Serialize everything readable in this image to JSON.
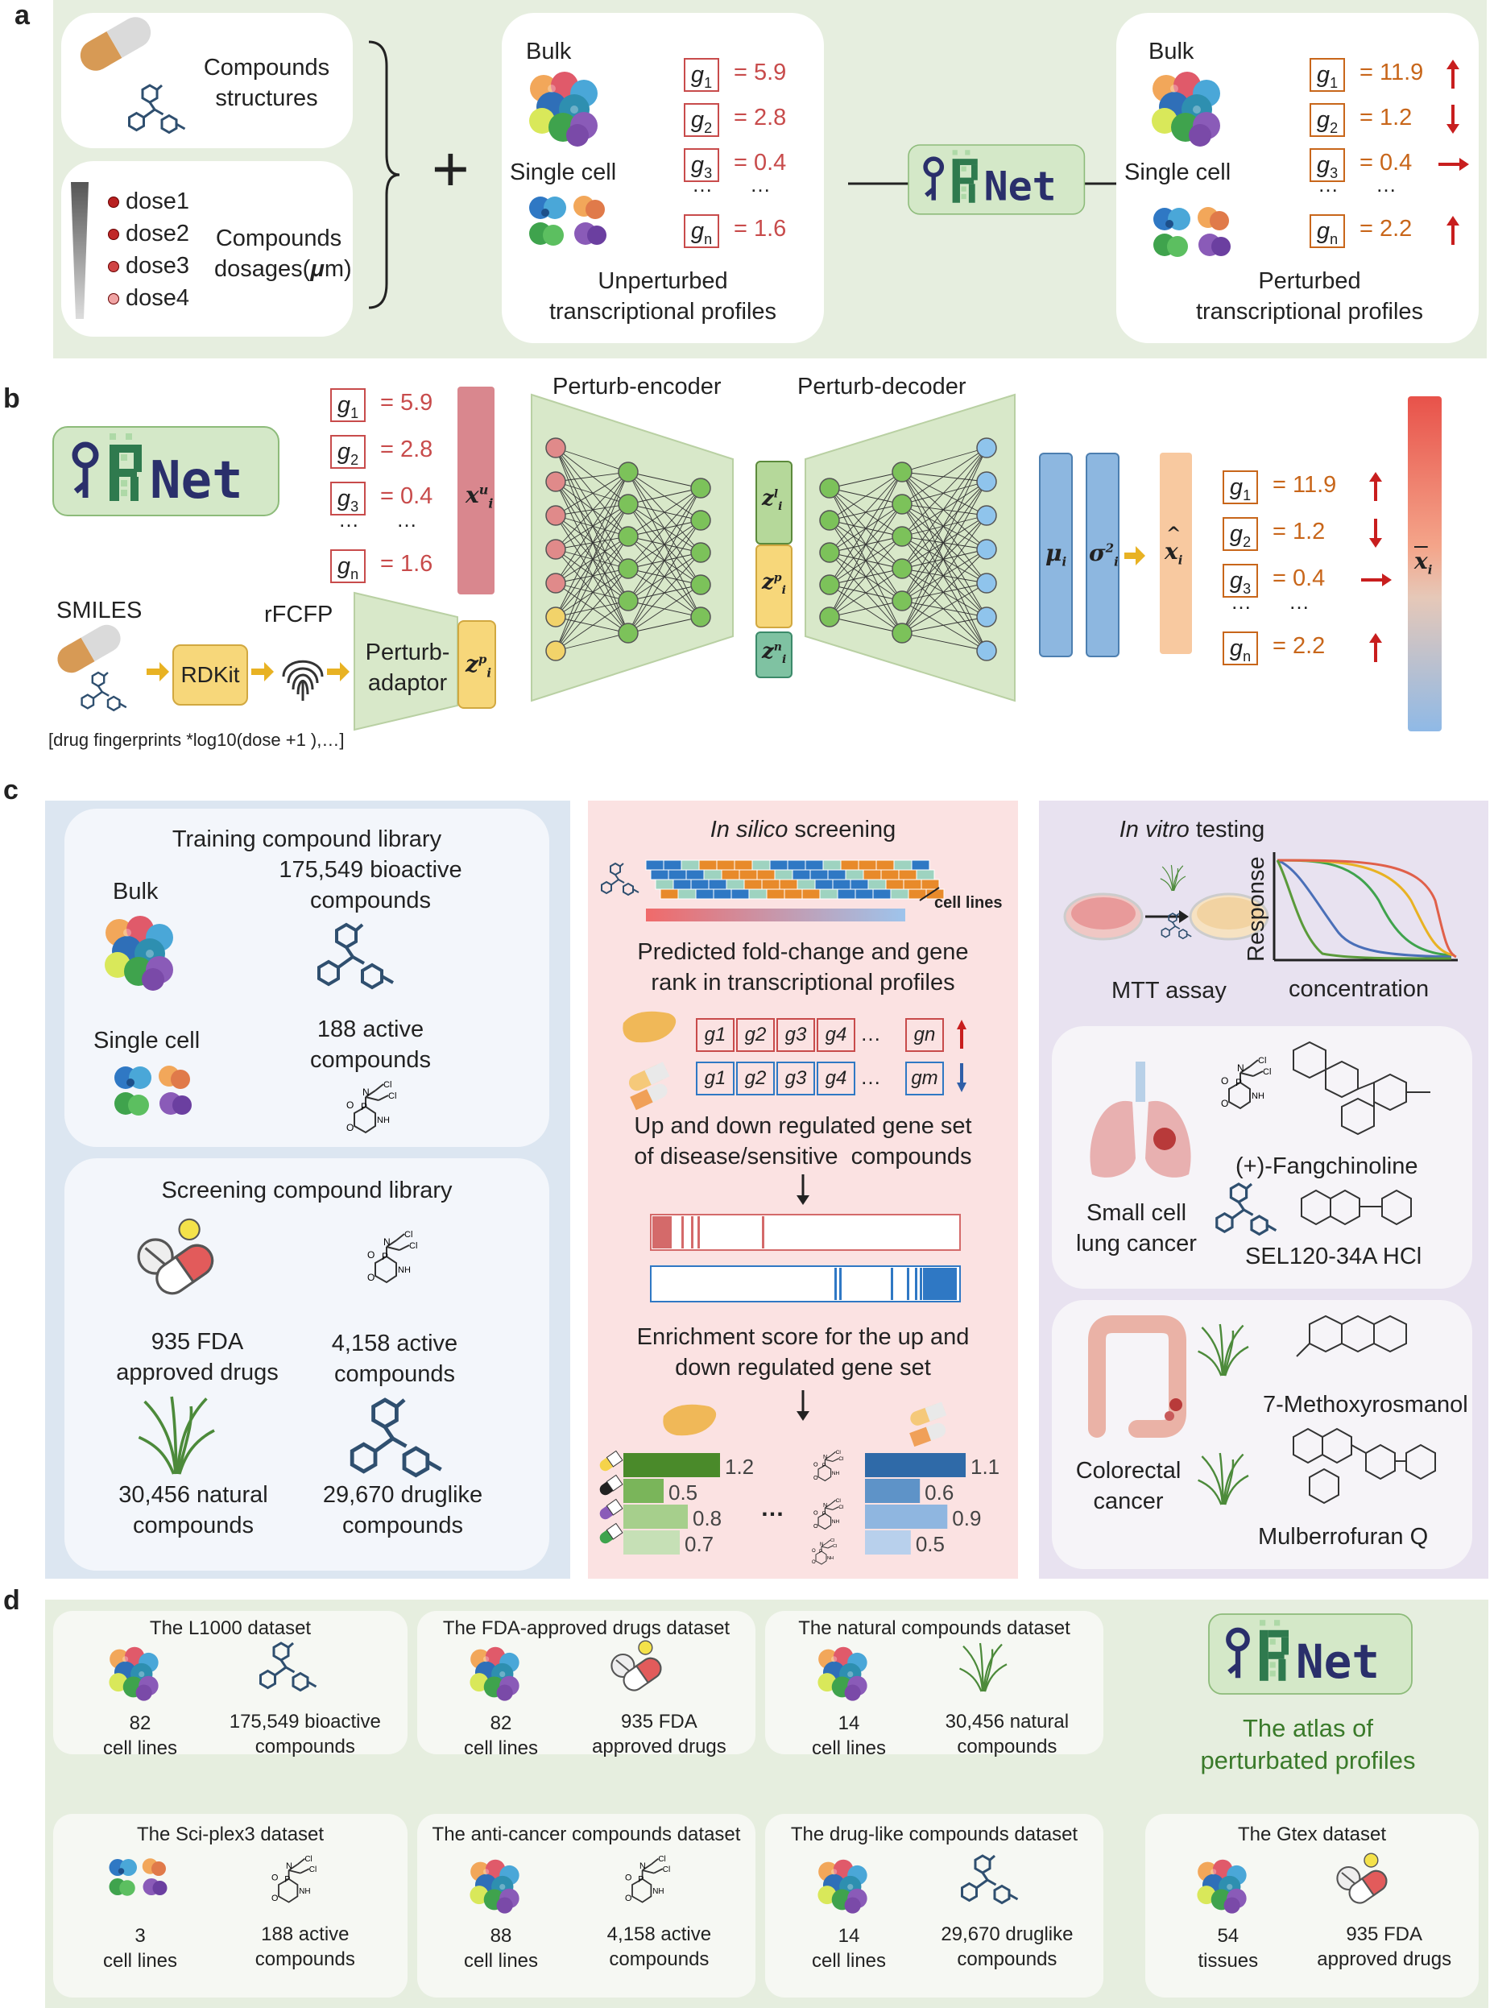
{
  "panel_labels": {
    "a": "a",
    "b": "b",
    "c": "c",
    "d": "d"
  },
  "colors": {
    "green_bg": "#e6eedf",
    "blue_bg": "#dce6f1",
    "pink_bg": "#fbe2e2",
    "purple_bg": "#e8e2f0",
    "red": "#c84b4b",
    "orange": "#c8661a",
    "brand_green": "#2b6b46",
    "brand_navy": "#2a2f6b"
  },
  "logo": {
    "text": "PRnet",
    "caption_line1": "The atlas of",
    "caption_line2": "perturbated profiles"
  },
  "panel_a": {
    "structures": "Compounds\nstructures",
    "doses": [
      "dose1",
      "dose2",
      "dose3",
      "dose4"
    ],
    "dosages": "Compounds\ndosages(",
    "dosages_mu": "μ",
    "dosages_tail": "m)",
    "bulk": "Bulk",
    "single_cell": "Single cell",
    "unperturbed_genes": [
      {
        "g": "g",
        "sub": "1",
        "val": "= 5.9"
      },
      {
        "g": "g",
        "sub": "2",
        "val": "= 2.8"
      },
      {
        "g": "g",
        "sub": "3",
        "val": "= 0.4"
      },
      {
        "g": "g",
        "sub": "n",
        "val": "= 1.6"
      }
    ],
    "dots": "…",
    "unperturbed_caption": "Unperturbed\ntranscriptional profiles",
    "perturbed_genes": [
      {
        "g": "g",
        "sub": "1",
        "val": "= 11.9",
        "arrow": "up"
      },
      {
        "g": "g",
        "sub": "2",
        "val": "= 1.2",
        "arrow": "down"
      },
      {
        "g": "g",
        "sub": "3",
        "val": "= 0.4",
        "arrow": "right"
      },
      {
        "g": "g",
        "sub": "n",
        "val": "= 2.2",
        "arrow": "up"
      }
    ],
    "perturbed_caption": "Perturbed\ntranscriptional profiles"
  },
  "panel_b": {
    "x_u": "x",
    "encoder": "Perturb-encoder",
    "decoder": "Perturb-decoder",
    "smiles": "SMILES",
    "rdkit": "RDKit",
    "rfcfp": "rFCFP",
    "adaptor": "Perturb-\nadaptor",
    "formula": "[drug fingerprints *log10(dose +1 ),…]",
    "z_labels": [
      "z",
      "z",
      "z"
    ],
    "mu": "μ",
    "sigma": "σ",
    "xhat": "x",
    "xbar": "x"
  },
  "panel_c": {
    "training_title": "Training compound library",
    "bulk": "Bulk",
    "single_cell": "Single cell",
    "bioactive": "175,549 bioactive\ncompounds",
    "active188": "188 active\ncompounds",
    "screening_title": "Screening compound library",
    "fda": "935 FDA\napproved drugs",
    "active4158": "4,158 active\ncompounds",
    "natural": "30,456 natural\ncompounds",
    "druglike": "29,670 druglike\ncompounds",
    "insilico_it": "In silico",
    "insilico_rest": " screening",
    "cell_lines": "cell lines",
    "predicted": "Predicted fold-change and gene\nrank in transcriptional profiles",
    "up_genes": [
      "g1",
      "g2",
      "g3",
      "g4",
      "gn"
    ],
    "down_genes": [
      "g1",
      "g2",
      "g3",
      "g4",
      "gm"
    ],
    "updown": "Up and down regulated gene set\nof disease/sensitive  compounds",
    "enrichment": "Enrichment score for the up and\ndown regulated gene set",
    "dots": "…",
    "green_bars": [
      1.2,
      0.5,
      0.8,
      0.7
    ],
    "blue_bars": [
      1.1,
      0.6,
      0.9,
      0.5
    ],
    "invitro_it": "In vitro",
    "invitro_rest": " testing",
    "response": "Response",
    "concentration": "concentration",
    "mtt": "MTT assay",
    "fangchinoline": "(+)-Fangchinoline",
    "sclc": "Small cell\nlung cancer",
    "sel": "SEL120-34A HCl",
    "methoxy": "7-Methoxyrosmanol",
    "crc": "Colorectal\ncancer",
    "mulberro": "Mulberrofuran Q"
  },
  "panel_d": {
    "datasets": [
      {
        "title": "The L1000 dataset",
        "left": "82\ncell lines",
        "right": "175,549 bioactive\ncompounds",
        "cells": "bulk",
        "cmpd": "molecule"
      },
      {
        "title": "The FDA-approved drugs dataset",
        "left": "82\ncell lines",
        "right": "935 FDA\napproved drugs",
        "cells": "bulk",
        "cmpd": "pill"
      },
      {
        "title": "The natural compounds dataset",
        "left": "14\ncell lines",
        "right": "30,456 natural\ncompounds",
        "cells": "bulk",
        "cmpd": "grass"
      },
      {
        "title": "The Sci-plex3 dataset",
        "left": "3\ncell lines",
        "right": "188 active\ncompounds",
        "cells": "single",
        "cmpd": "struct"
      },
      {
        "title": "The anti-cancer compounds dataset",
        "left": "88\ncell lines",
        "right": "4,158 active\ncompounds",
        "cells": "bulk",
        "cmpd": "struct"
      },
      {
        "title": "The drug-like compounds dataset",
        "left": "14\ncell lines",
        "right": "29,670 druglike\ncompounds",
        "cells": "bulk",
        "cmpd": "molecule"
      },
      {
        "title": "The Gtex dataset",
        "left": "54\ntissues",
        "right": "935 FDA\napproved drugs",
        "cells": "bulk",
        "cmpd": "pill"
      }
    ]
  }
}
